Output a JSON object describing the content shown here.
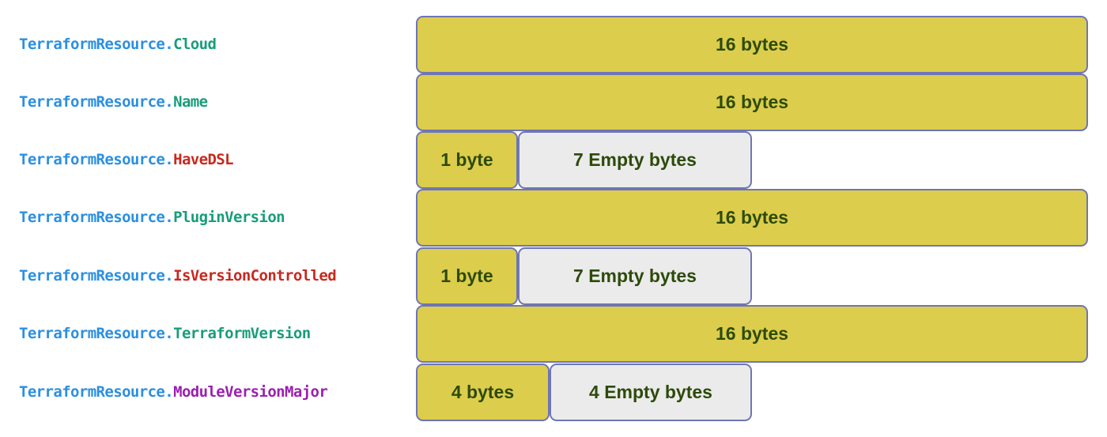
{
  "prefix": "TerraformResource.",
  "colors": {
    "prefix": "#2b8fe0",
    "green": "#179d7a",
    "red": "#c8281e",
    "purple": "#9b1fb0",
    "used": "#dccd4c",
    "empty": "#ebebeb",
    "border": "#6f75b5",
    "text": "#2d4a0a"
  },
  "rows": [
    {
      "field": "Cloud",
      "color": "#179d7a",
      "used": "16 bytes",
      "empty": null
    },
    {
      "field": "Name",
      "color": "#179d7a",
      "used": "16 bytes",
      "empty": null
    },
    {
      "field": "HaveDSL",
      "color": "#c8281e",
      "used": "1 byte",
      "empty": "7 Empty bytes"
    },
    {
      "field": "PluginVersion",
      "color": "#179d7a",
      "used": "16 bytes",
      "empty": null
    },
    {
      "field": "IsVersionControlled",
      "color": "#c8281e",
      "used": "1 byte",
      "empty": "7 Empty bytes"
    },
    {
      "field": "TerraformVersion",
      "color": "#179d7a",
      "used": "16 bytes",
      "empty": null
    },
    {
      "field": "ModuleVersionMajor",
      "color": "#9b1fb0",
      "used": "4 bytes",
      "empty": "4 Empty bytes"
    }
  ]
}
